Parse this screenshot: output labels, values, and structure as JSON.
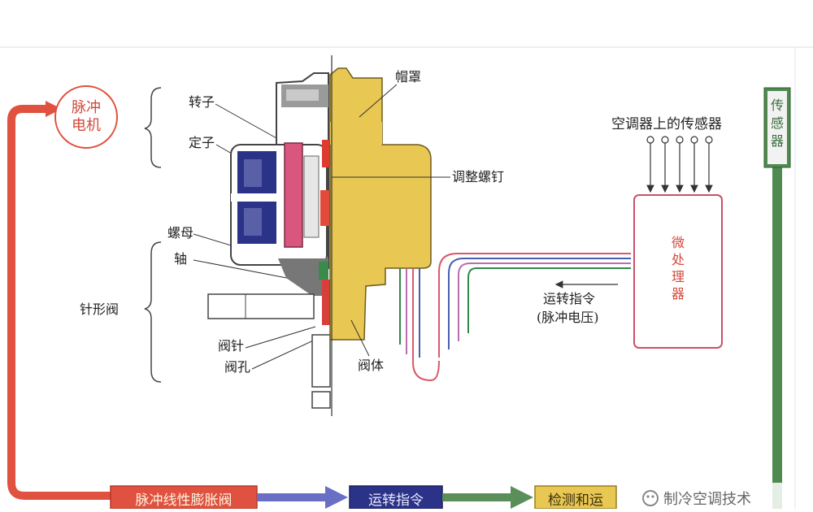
{
  "labels": {
    "motor": [
      "脉冲",
      "电机"
    ],
    "rotor": "转子",
    "stator": "定子",
    "nut": "螺母",
    "shaft": "轴",
    "needle_valve": "针形阀",
    "valve_needle": "阀针",
    "valve_hole": "阀孔",
    "cap": "帽罩",
    "adjust_screw": "调整螺钉",
    "valve_body": "阀体",
    "sensors_on_ac": "空调器上的传感器",
    "sensor": [
      "传",
      "感",
      "器"
    ],
    "micro_processor": [
      "微",
      "处",
      "理",
      "器"
    ],
    "run_command": "运转指令",
    "pulse_voltage": "(脉冲电压)"
  },
  "flow": {
    "box1": "脉冲线性膨胀阀",
    "box2": "运转指令",
    "box3": "检测和运"
  },
  "watermark": "制冷空调技术",
  "colors": {
    "red_arrow": "#e0513f",
    "green_bar": "#4f8a50",
    "gold": "#e8c752",
    "navy": "#2b3388",
    "pink": "#d9567e",
    "micro_border": "#cc4f6b"
  }
}
